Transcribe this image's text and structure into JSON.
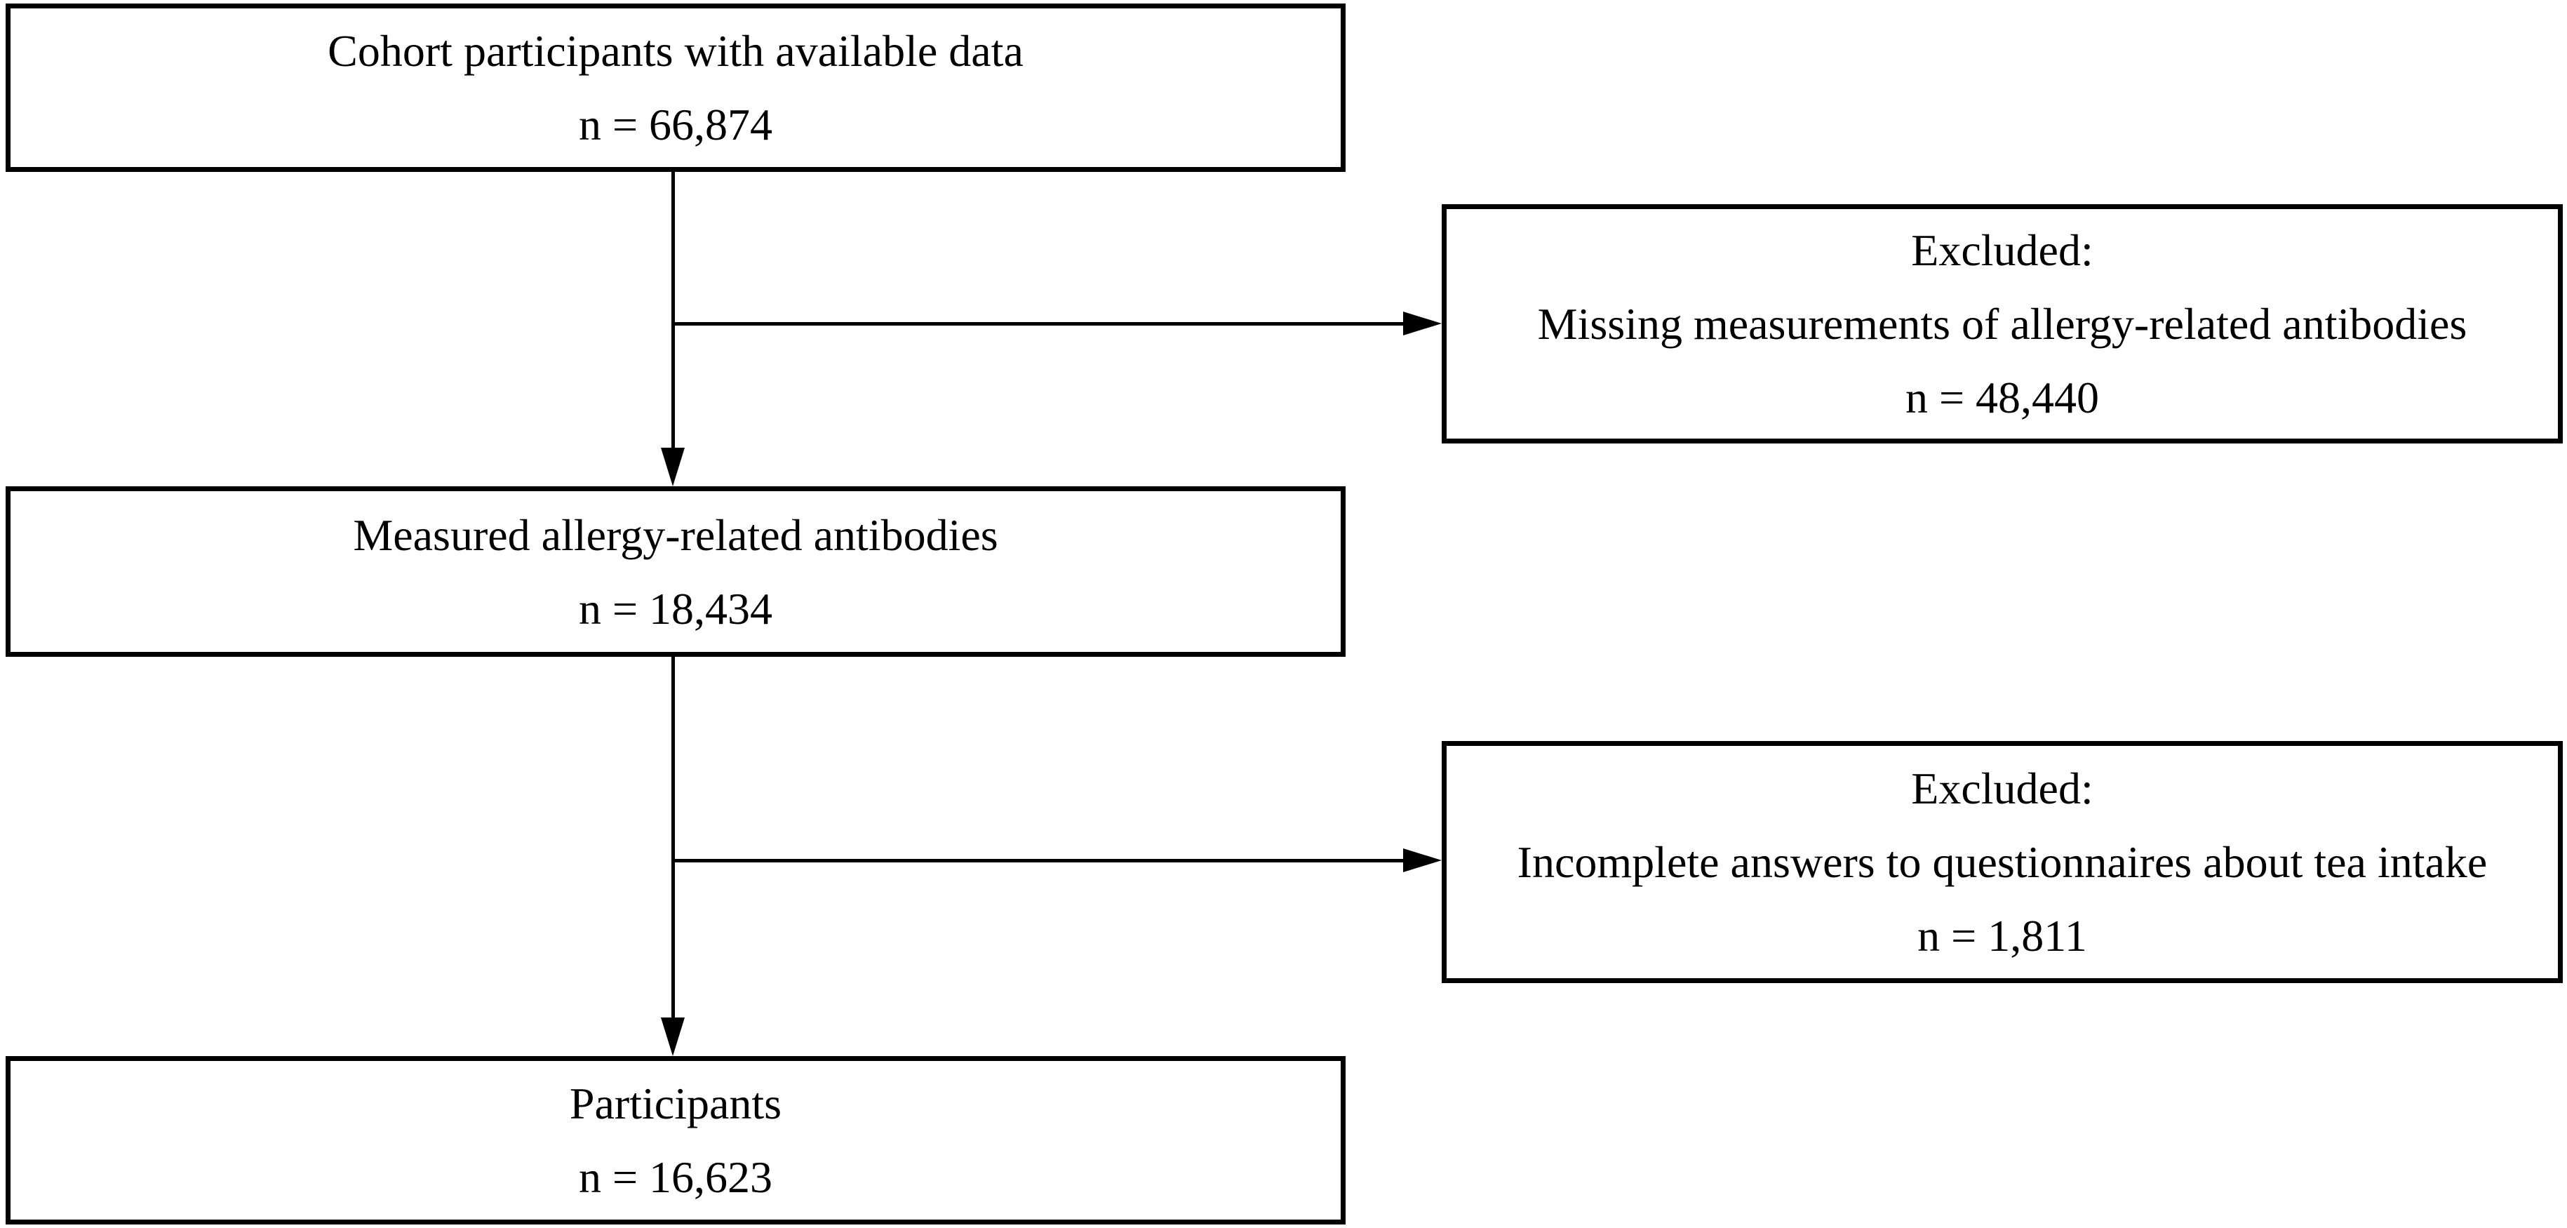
{
  "diagram": {
    "type": "flowchart",
    "colors": {
      "background": "#ffffff",
      "line": "#000000",
      "text": "#000000"
    },
    "nodes": {
      "cohort": {
        "title": "Cohort participants with available data",
        "count": "n = 66,874"
      },
      "excluded1": {
        "header": "Excluded:",
        "reason": "Missing measurements of allergy-related antibodies",
        "count": "n = 48,440"
      },
      "measured": {
        "title": "Measured allergy-related antibodies",
        "count": "n = 18,434"
      },
      "excluded2": {
        "header": "Excluded:",
        "reason": "Incomplete answers to questionnaires about tea intake",
        "count": "n = 1,811"
      },
      "participants": {
        "title": "Participants",
        "count": "n = 16,623"
      }
    }
  }
}
